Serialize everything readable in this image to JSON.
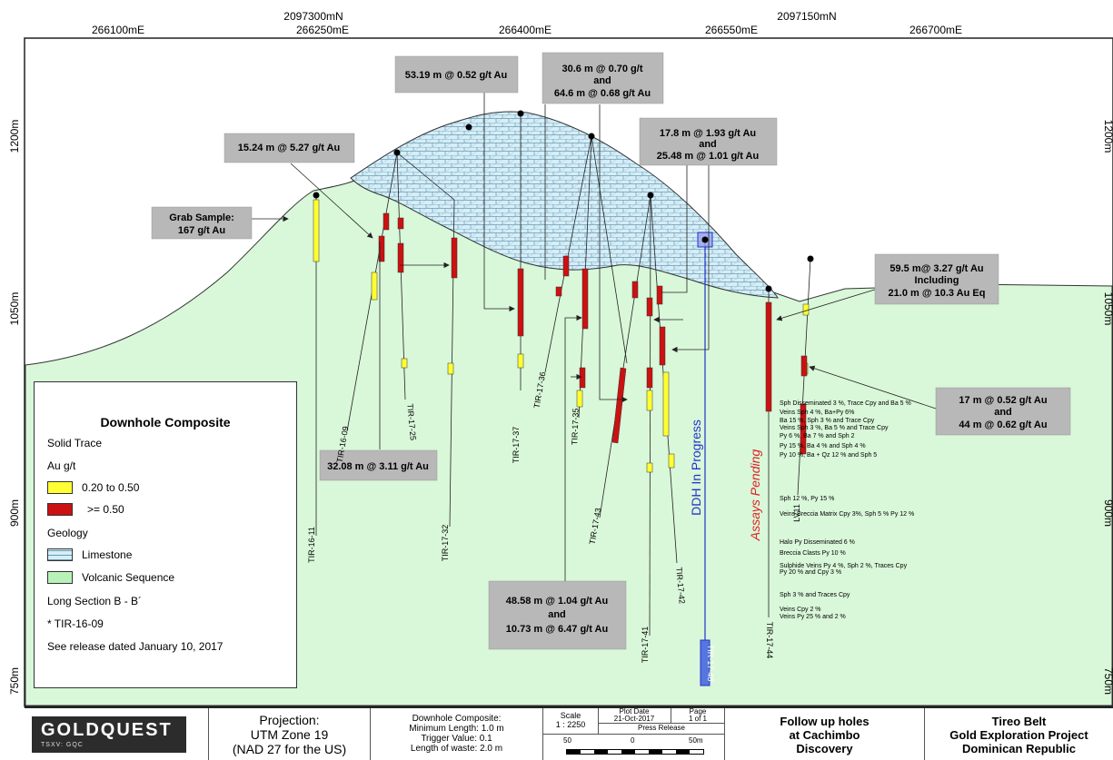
{
  "coords": {
    "mN": [
      "2097300mN",
      "2097150mN"
    ],
    "mE": [
      "266100mE",
      "266250mE",
      "266400mE",
      "266550mE",
      "266700mE"
    ],
    "elev": [
      "1200m",
      "1050m",
      "900m",
      "750m"
    ]
  },
  "callouts": {
    "c1": "15.24 m @ 5.27 g/t Au",
    "c2": "53.19 m @ 0.52 g/t Au",
    "c3a": "30.6 m @ 0.70 g/t",
    "c3b": "and",
    "c3c": "64.6 m @ 0.68 g/t Au",
    "c4a": "17.8 m @ 1.93 g/t Au",
    "c4b": "and",
    "c4c": "25.48 m @ 1.01 g/t Au",
    "grab1": "Grab Sample:",
    "grab2": "167 g/t Au",
    "c5a": "59.5 m@ 3.27 g/t Au",
    "c5b": "Including",
    "c5c": "21.0 m @ 10.3 Au Eq",
    "c6a": "17 m @ 0.52 g/t Au",
    "c6b": "and",
    "c6c": "44 m @ 0.62 g/t Au",
    "c7": "32.08 m @ 3.11 g/t Au",
    "c8a": "48.58 m @ 1.04 g/t Au",
    "c8b": "and",
    "c8c": "10.73 m @ 6.47 g/t Au"
  },
  "holes": {
    "h11": "TIR-16-11",
    "h09": "TIR-16-09",
    "h25": "TIR-17-25",
    "h32": "TIR-17-32",
    "h37": "TIR-17-37",
    "h36": "TIR-17-36",
    "h35": "TIR-17-35",
    "h43": "TIR-17-43",
    "h41": "TIR-17-41",
    "h42": "TIR-17-42",
    "h48": "TIR-17-48",
    "h44": "TIR-17-44",
    "hLV": "LV11"
  },
  "overlays": {
    "ddh": "DDH In Progress",
    "assays": "Assays Pending"
  },
  "geology_notes": [
    "Sph Disseminated 3 %, Trace Cpy and Ba 5 %",
    "Veins Sph 4 %, Ba+Py 6%",
    "Ba 15 %, Sph 3 % and Trace Cpy",
    "Veins Sph 3 %, Ba 5 % and Trace Cpy",
    "Py 6 %, Ba 7 % and Sph 2",
    "Py 15 %, Ba 4 % and Sph 4 %",
    "Py 10 %, Ba + Qz 12 % and Sph 5",
    "Sph 12 %, Py 15 %",
    "Veins Breccia Matrix Cpy 3%,  Sph 5 % Py 12 %",
    "Halo Py Disseminated 6 %",
    "Breccia Clasts Py 10 %",
    "Sulphide Veins Py 4 %, Sph 2 %, Traces Cpy",
    "Py 20 % and Cpy 3 %",
    "Sph 3 % and Traces Cpy",
    "Veins Cpy 2 %",
    "Veins Py 25 % and 2 %"
  ],
  "legend": {
    "title": "Downhole Composite",
    "solid_trace": "Solid Trace",
    "au": "Au g/t",
    "low": "0.20 to 0.50",
    "high": ">= 0.50",
    "geology": "Geology",
    "limestone": "Limestone",
    "volcanic": "Volcanic Sequence",
    "section": "Long Section B - B´",
    "hole_note": "* TIR-16-09",
    "release": "See release dated January 10, 2017"
  },
  "colors": {
    "volcanic": "#d9f7d9",
    "limestone": "#d6eef8",
    "low_grade": "#ffff33",
    "high_grade": "#cc1111",
    "ddh": "#2233cc",
    "assays": "#dd2222"
  },
  "footer": {
    "logo": "GOLDQUEST",
    "logo_sub": "TSXV: GQC",
    "projection_1": "Projection:",
    "projection_2": "UTM Zone 19",
    "projection_3": "(NAD 27 for the US)",
    "dc_1": "Downhole Composite:",
    "dc_2": "Minimum Length: 1.0 m",
    "dc_3": "Trigger Value: 0.1",
    "dc_4": "Length of waste: 2.0 m",
    "scale_label": "Scale",
    "scale_value": "1 : 2250",
    "plot_date_label": "Plot Date",
    "plot_date": "21-Oct-2017",
    "page_label": "Page",
    "page_value": "1 of 1",
    "press": "Press Release",
    "bar_50": "50",
    "bar_0": "0",
    "bar_50m": "50m",
    "follow_1": "Follow up holes",
    "follow_2": "at Cachimbo",
    "follow_3": "Discovery",
    "tireo_1": "Tireo Belt",
    "tireo_2": "Gold Exploration Project",
    "tireo_3": "Dominican Republic"
  }
}
